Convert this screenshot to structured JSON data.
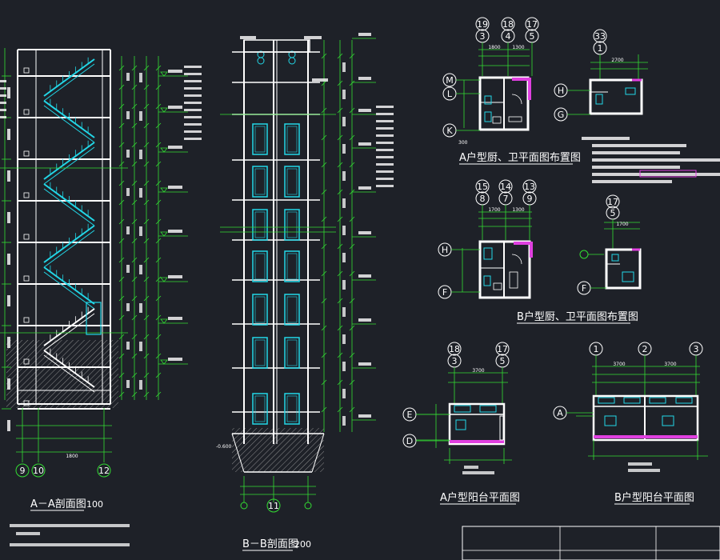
{
  "titles": {
    "section_aa": "A－A剖面图",
    "section_aa_scale": "100",
    "section_bb": "B－B剖面图",
    "section_bb_scale": "200",
    "plan_a_kitchen": "A户型厨、卫平面图布置图",
    "plan_b_kitchen": "B户型厨、卫平面图布置图",
    "plan_a_balcony": "A户型阳台平面图",
    "plan_b_balcony": "B户型阳台平面图"
  },
  "axes": {
    "aa_bottom": [
      "9",
      "10",
      "12"
    ],
    "bb_bottom": [
      "11"
    ],
    "a_kitchen_top_num": [
      "19",
      "18",
      "17"
    ],
    "a_kitchen_top_circle": [
      "3",
      "4",
      "5"
    ],
    "a_kitchen_left": [
      "M",
      "L",
      "K"
    ],
    "a_kitchen2_top_num": [
      "33"
    ],
    "a_kitchen2_top_circle": [
      "1"
    ],
    "a_kitchen2_left": [
      "H",
      "G"
    ],
    "b_kitchen_top_num": [
      "15",
      "14",
      "13"
    ],
    "b_kitchen_top_circle": [
      "8",
      "7",
      "9"
    ],
    "b_kitchen_left": [
      "H",
      "F"
    ],
    "b_kitchen2_top_num": [
      "17"
    ],
    "b_kitchen2_top_circle": [
      "5"
    ],
    "b_kitchen2_left": [
      "F"
    ],
    "a_balcony_top_num": [
      "18",
      "17"
    ],
    "a_balcony_top_circle": [
      "3",
      "5"
    ],
    "a_balcony_left": [
      "E",
      "D"
    ],
    "b_balcony_top": [
      "1",
      "2",
      "3"
    ],
    "b_balcony_left": [
      "A"
    ]
  },
  "dimensions": {
    "aa_bottom": [
      "1800"
    ],
    "a_kitchen_top": [
      "1800",
      "1300"
    ],
    "a_kitchen2_top": [
      "2700"
    ],
    "b_kitchen_top": [
      "1700",
      "1300"
    ],
    "b_kitchen2_top": [
      "1700"
    ],
    "a_balcony_top": [
      "3700"
    ],
    "b_balcony_top": [
      "3700",
      "3700"
    ],
    "bb_left_elev": [
      "-0.600"
    ]
  },
  "colors": {
    "background": "#1e2128",
    "wall": "#ffffff",
    "dimension": "#33dd33",
    "stair": "#22d8e8",
    "hatch": "#aaaaaa",
    "accent": "#e040e0"
  }
}
